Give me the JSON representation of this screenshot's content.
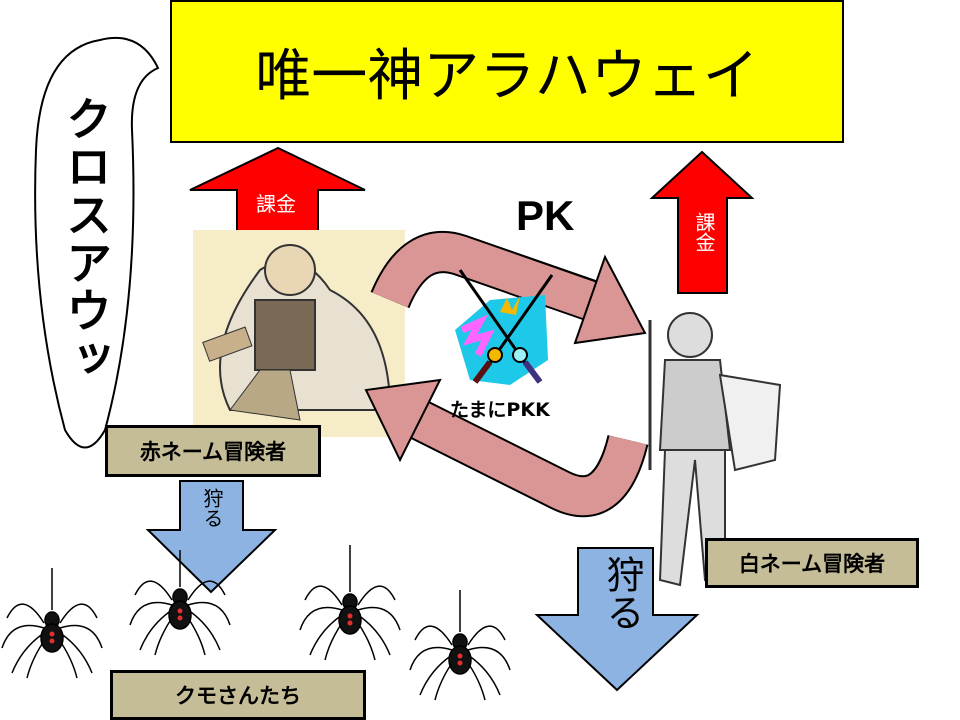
{
  "title": "唯一神アラハウェイ",
  "speech_bubble": "クロスアウッ",
  "arrows": {
    "charge_left": "課金",
    "charge_right": "課金",
    "pk": "PK",
    "occasional_pkk": "たまにPKK",
    "hunt_small": "狩る",
    "hunt_large": "狩る"
  },
  "labels": {
    "red_name": "赤ネーム冒険者",
    "white_name": "白ネーム冒険者",
    "spiders": "クモさんたち"
  },
  "colors": {
    "title_bg": "#ffff00",
    "up_arrow": "#ff0000",
    "down_arrow": "#8db3e2",
    "curved_arrow": "#d99694",
    "label_bg": "#c4bd97"
  }
}
